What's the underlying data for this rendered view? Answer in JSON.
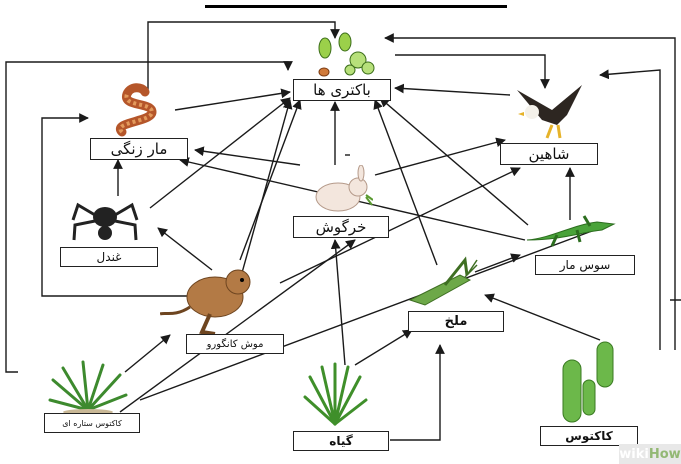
{
  "labels": {
    "bacteria": "باکتری ها",
    "rattlesnake": "مار زنگی",
    "hawk": "شاهین",
    "rabbit": "خرگوش",
    "tarantula": "غندل",
    "lizard": "سوس مار",
    "kangaroo_rat": "موش کانگورو",
    "grasshopper": "ملخ",
    "star_cactus": "کاکتوس ستاره ای",
    "grass": "گیاه",
    "cactus": "کاکتوس"
  },
  "watermark": {
    "wiki": "wiki",
    "how": "How"
  },
  "colors": {
    "line": "#1a1a1a",
    "label_border": "#222222",
    "background": "#ffffff"
  }
}
